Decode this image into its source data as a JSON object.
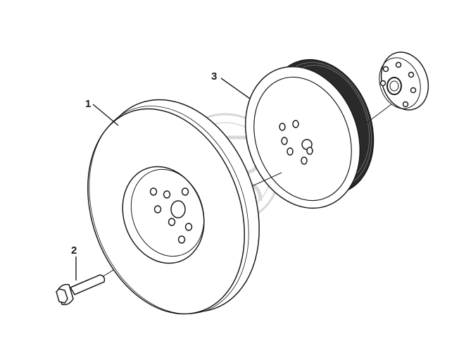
{
  "diagram": {
    "callouts": [
      {
        "id": "1",
        "label": "1"
      },
      {
        "id": "2",
        "label": "2"
      },
      {
        "id": "3",
        "label": "3"
      }
    ],
    "colors": {
      "line": "#1a1a1a",
      "fill": "#ffffff",
      "watermark": "#b9b9b9",
      "groove": "#2a2a2a"
    },
    "parts": [
      "vibration-damper",
      "bolt",
      "pulley",
      "flange-washer"
    ]
  }
}
